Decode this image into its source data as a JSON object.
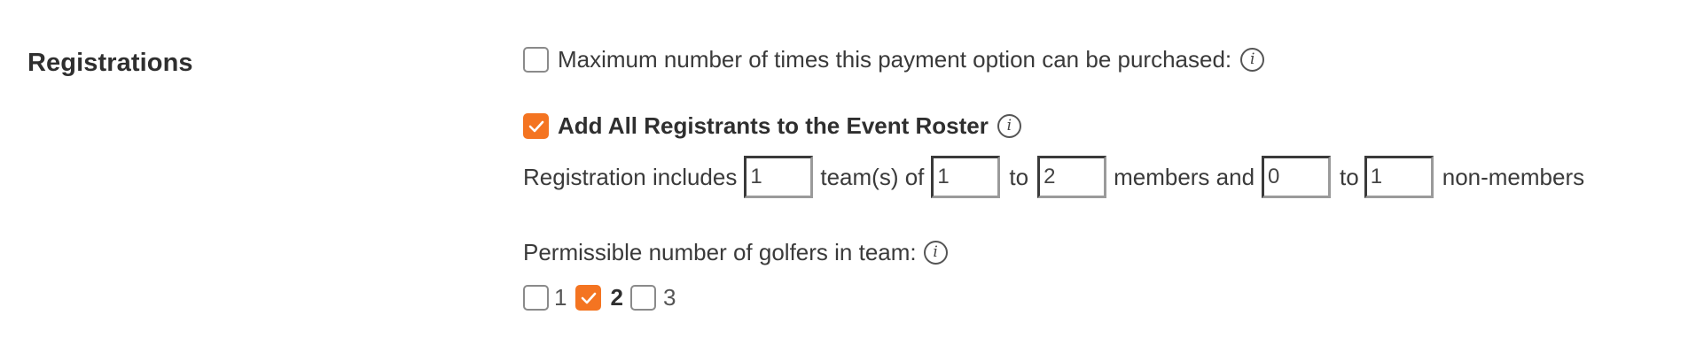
{
  "section": {
    "title": "Registrations"
  },
  "max_purchases": {
    "checked": false,
    "label": "Maximum number of times this payment option can be purchased:"
  },
  "add_roster": {
    "checked": true,
    "label": "Add All Registrants to the Event Roster"
  },
  "registration_line": {
    "prefix": "Registration includes",
    "teams_value": "1",
    "teams_suffix": "team(s) of",
    "members_min": "1",
    "to_1": "to",
    "members_max": "2",
    "members_suffix": "members and",
    "nonmembers_min": "0",
    "to_2": "to",
    "nonmembers_max": "1",
    "nonmembers_suffix": "non-members"
  },
  "golfers": {
    "label": "Permissible number of golfers in team:",
    "options": [
      {
        "label": "1",
        "checked": false
      },
      {
        "label": "2",
        "checked": true
      },
      {
        "label": "3",
        "checked": false
      }
    ]
  },
  "info_icon_glyph": "i",
  "colors": {
    "accent": "#f47421",
    "text": "#3a3a3a"
  }
}
